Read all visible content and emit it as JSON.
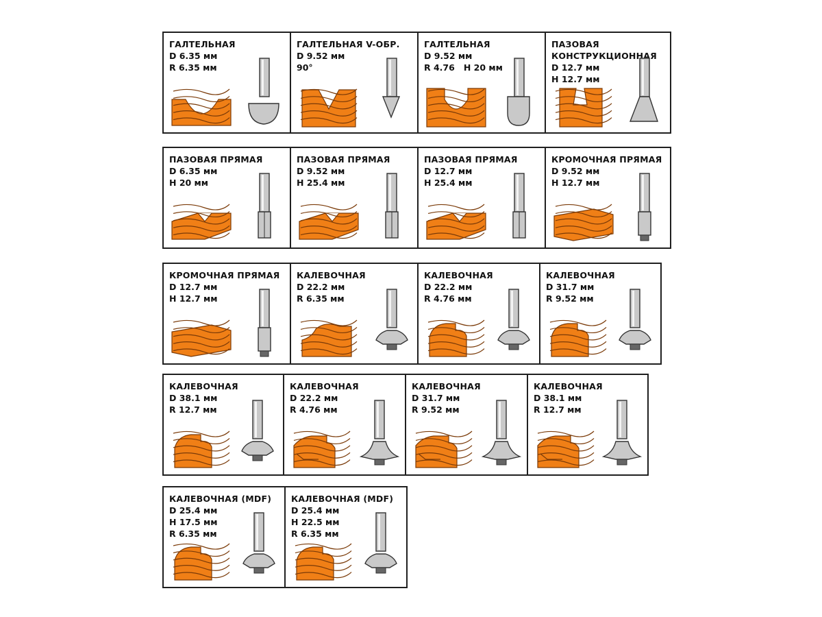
{
  "colors": {
    "wood": "#f07f16",
    "grain": "#7a3a08",
    "steel": "#c9c9c9",
    "border": "#1f1f1f"
  },
  "rows": [
    [
      {
        "name": "ГАЛТЕЛЬНАЯ",
        "specs": [
          "D 6.35 мм",
          "R 6.35 мм"
        ],
        "profile": "cove",
        "bit": "cove-bit"
      },
      {
        "name": "ГАЛТЕЛЬНАЯ V-ОБР.",
        "specs": [
          "D 9.52 мм",
          "90°"
        ],
        "profile": "vgroove",
        "bit": "vgroove-bit"
      },
      {
        "name": "ГАЛТЕЛЬНАЯ",
        "specs": [
          "D 9.52 мм",
          "R 4.76   H 20 мм"
        ],
        "profile": "core-box",
        "bit": "core-box-bit"
      },
      {
        "name": "ПАЗОВАЯ\nКОНСТРУКЦИОННАЯ",
        "specs": [
          "D 12.7 мм",
          "H 12.7 мм"
        ],
        "profile": "dovetail",
        "bit": "dovetail-bit"
      }
    ],
    [
      {
        "name": "ПАЗОВАЯ ПРЯМАЯ",
        "specs": [
          "D 6.35 мм",
          "H 20 мм"
        ],
        "profile": "slot",
        "bit": "straight-bit"
      },
      {
        "name": "ПАЗОВАЯ ПРЯМАЯ",
        "specs": [
          "D 9.52 мм",
          "H 25.4 мм"
        ],
        "profile": "slot",
        "bit": "straight-bit"
      },
      {
        "name": "ПАЗОВАЯ ПРЯМАЯ",
        "specs": [
          "D 12.7 мм",
          "H 25.4 мм"
        ],
        "profile": "slot",
        "bit": "straight-bit"
      },
      {
        "name": "КРОМОЧНАЯ ПРЯМАЯ",
        "specs": [
          "D 9.52 мм",
          "H 12.7 мм"
        ],
        "profile": "edge",
        "bit": "flush-bit"
      }
    ],
    [
      {
        "name": "КРОМОЧНАЯ ПРЯМАЯ",
        "specs": [
          "D 12.7 мм",
          "H 12.7 мм"
        ],
        "profile": "edge",
        "bit": "flush-bit"
      },
      {
        "name": "КАЛЕВОЧНАЯ",
        "specs": [
          "D 22.2 мм",
          "R 6.35 мм"
        ],
        "profile": "ogee",
        "bit": "roundover-bit"
      },
      {
        "name": "КАЛЕВОЧНАЯ",
        "specs": [
          "D 22.2 мм",
          "R 4.76 мм"
        ],
        "profile": "round",
        "bit": "roundover-bit"
      },
      {
        "name": "КАЛЕВОЧНАЯ",
        "specs": [
          "D 31.7 мм",
          "R 9.52 мм"
        ],
        "profile": "round",
        "bit": "roundover-bit"
      }
    ],
    [
      {
        "name": "КАЛЕВОЧНАЯ",
        "specs": [
          "D 38.1 мм",
          "R 12.7 мм"
        ],
        "profile": "round",
        "bit": "roundover-bit"
      },
      {
        "name": "КАЛЕВОЧНАЯ",
        "specs": [
          "D 22.2 мм",
          "R 4.76 мм"
        ],
        "profile": "beading",
        "bit": "beading-bit"
      },
      {
        "name": "КАЛЕВОЧНАЯ",
        "specs": [
          "D 31.7 мм",
          "R 9.52 мм"
        ],
        "profile": "beading",
        "bit": "beading-bit"
      },
      {
        "name": "КАЛЕВОЧНАЯ",
        "specs": [
          "D 38.1 мм",
          "R 12.7 мм"
        ],
        "profile": "beading",
        "bit": "beading-bit"
      }
    ],
    [
      {
        "name": "КАЛЕВОЧНАЯ (MDF)",
        "specs": [
          "D 25.4 мм",
          "H 17.5 мм",
          "R 6.35 мм"
        ],
        "profile": "round",
        "bit": "roundover-bit"
      },
      {
        "name": "КАЛЕВОЧНАЯ (MDF)",
        "specs": [
          "D 25.4 мм",
          "H 22.5 мм",
          "R 6.35 мм"
        ],
        "profile": "round",
        "bit": "roundover-bit"
      }
    ]
  ]
}
